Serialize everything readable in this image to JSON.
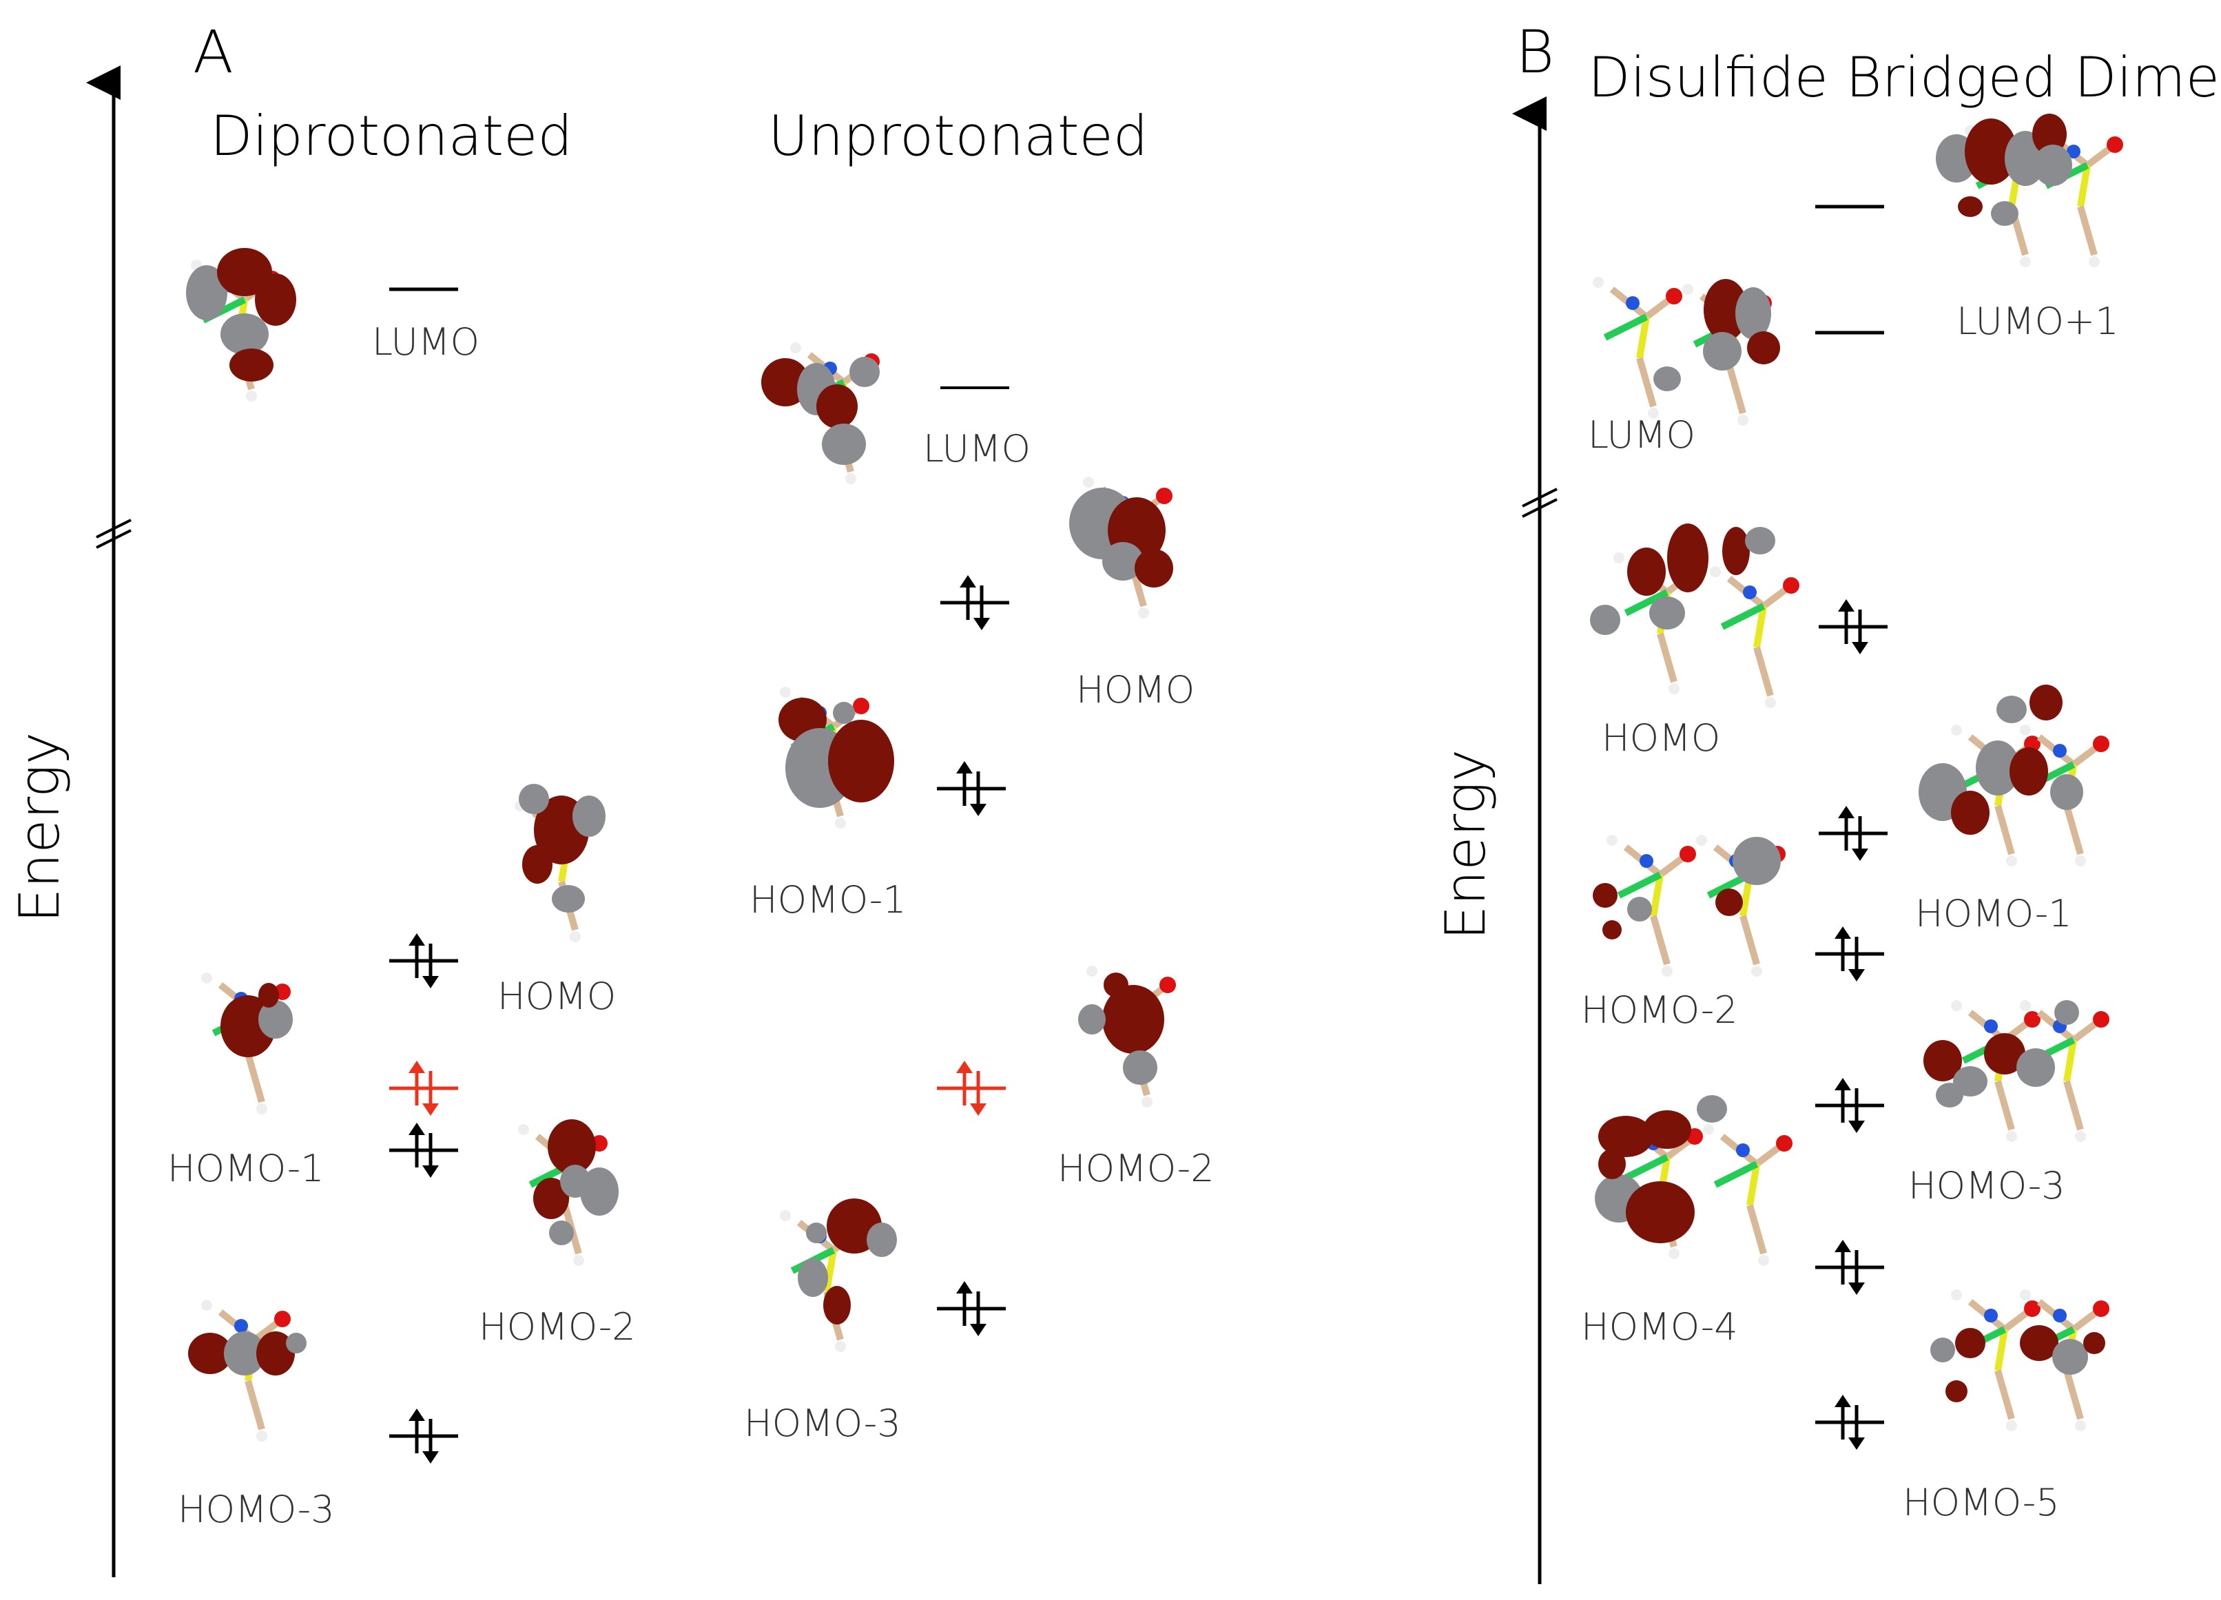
{
  "panels": {
    "a": {
      "letter": "A",
      "axis_label": "Energy",
      "diprotonated": {
        "title": "Diprotonated",
        "labels": [
          "LUMO",
          "HOMO",
          "HOMO-1",
          "HOMO-2",
          "HOMO-3"
        ]
      },
      "unprotonated": {
        "title": "Unprotonated",
        "labels": [
          "LUMO",
          "HOMO",
          "HOMO-1",
          "HOMO-2",
          "HOMO-3"
        ]
      }
    },
    "b": {
      "letter": "B",
      "title": "Disulfide Bridged Dimer",
      "axis_label": "Energy",
      "labels": [
        "LUMO",
        "LUMO+1",
        "HOMO",
        "HOMO-1",
        "HOMO-2",
        "HOMO-3",
        "HOMO-4",
        "HOMO-5"
      ]
    }
  },
  "colors": {
    "lobe_positive": "#7a1208",
    "lobe_negative": "#8a8c90",
    "highlight_arrow": "#e8341c",
    "arrow": "#000000",
    "carbon": "#d8b896",
    "sulfur": "#e8e820",
    "nickel": "#22cc55",
    "nitrogen": "#2255dd",
    "oxygen": "#dd1111"
  }
}
